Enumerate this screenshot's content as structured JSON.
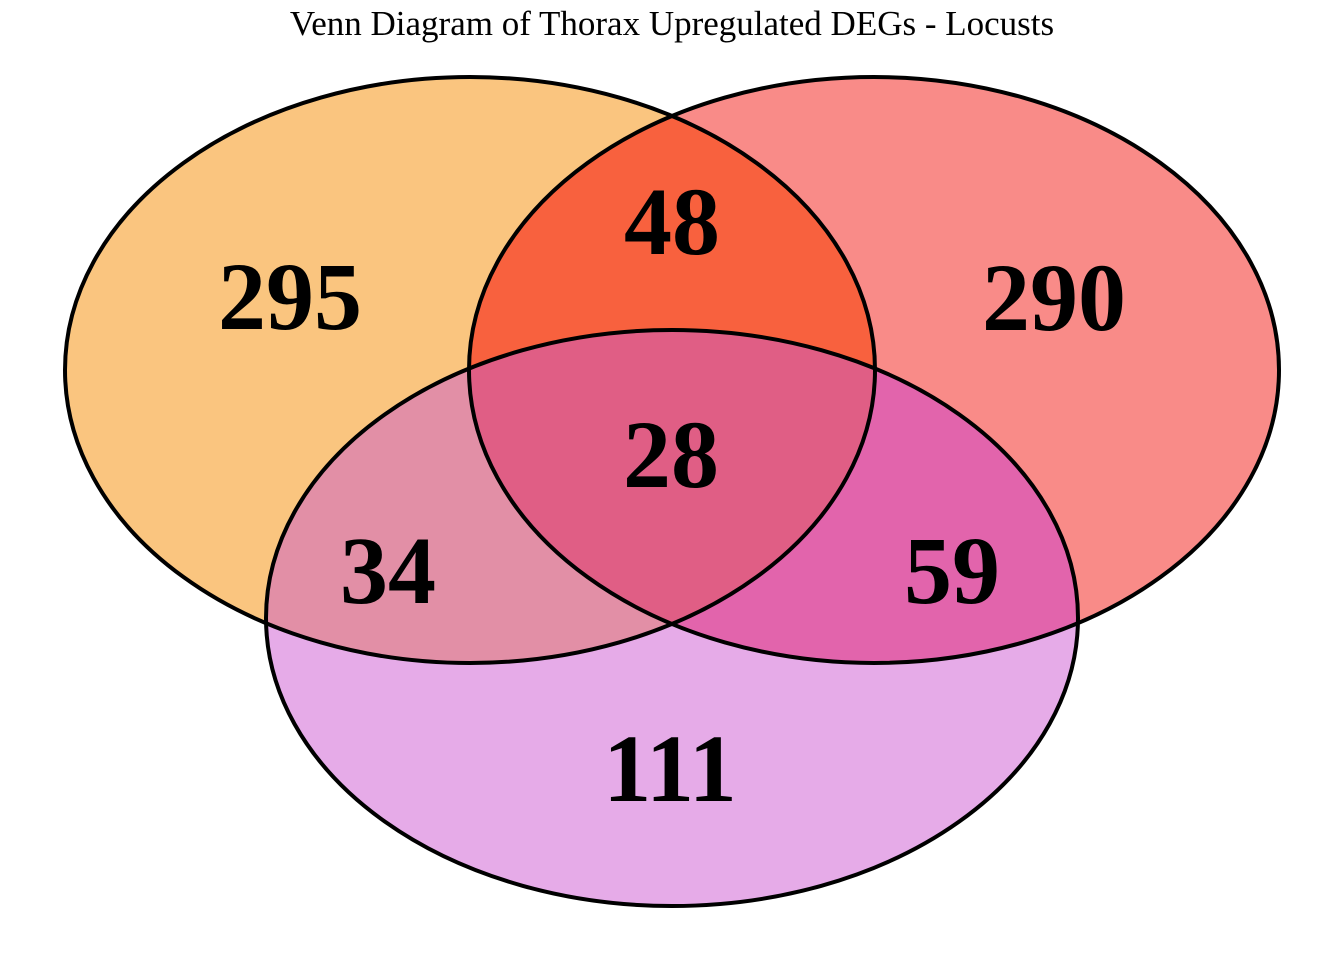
{
  "chart_data": {
    "type": "venn",
    "title": "Venn Diagram of Thorax Upregulated DEGs - Locusts",
    "outline_color": "#000000",
    "background_color": "#ffffff",
    "num_sets": 3,
    "regions": [
      {
        "sets": [
          "left"
        ],
        "count": "295",
        "color": "#FAC57F"
      },
      {
        "sets": [
          "right"
        ],
        "count": "290",
        "color": "#F98B88"
      },
      {
        "sets": [
          "bottom"
        ],
        "count": "111",
        "color": "#E6ABE8"
      },
      {
        "sets": [
          "left",
          "right"
        ],
        "count": "48",
        "color": "#F8613E"
      },
      {
        "sets": [
          "left",
          "bottom"
        ],
        "count": "34",
        "color": "#E28FA6"
      },
      {
        "sets": [
          "right",
          "bottom"
        ],
        "count": "59",
        "color": "#E264AC"
      },
      {
        "sets": [
          "left",
          "right",
          "bottom"
        ],
        "count": "28",
        "color": "#E05E85"
      }
    ]
  }
}
